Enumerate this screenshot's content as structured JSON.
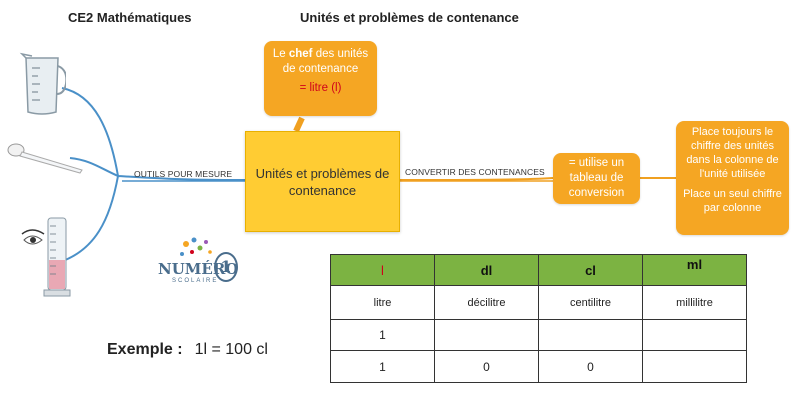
{
  "header": {
    "left_title": "CE2 Mathématiques",
    "center_title": "Unités et problèmes de contenance"
  },
  "mindmap": {
    "central_node": "Unités et problèmes de contenance",
    "top_bubble": {
      "line1_pre": "Le ",
      "line1_bold": "chef",
      "line1_post": " des unités de contenance",
      "line2": "= litre (l)"
    },
    "left_branch_label": "OUTILS POUR MESURE",
    "right_branch_label": "CONVERTIR DES CONTENANCES",
    "right_bubble": "= utilise un tableau de conversion",
    "far_right_bubble": {
      "para1": "Place toujours le chiffre des unités dans la colonne de l'unité utilisée",
      "para2": "Place un seul chiffre par colonne"
    }
  },
  "logo": {
    "word": "NUMÉRO",
    "digit": "1",
    "sub": "SCOLAIRE"
  },
  "example": {
    "label": "Exemple :",
    "expression": "1l = 100 cl"
  },
  "conversion_table": {
    "headers": [
      "l",
      "dl",
      "cl",
      "ml"
    ],
    "names": [
      "litre",
      "décilitre",
      "centilitre",
      "millilitre"
    ],
    "rows": [
      [
        "1",
        "",
        "",
        ""
      ],
      [
        "1",
        "0",
        "0",
        ""
      ]
    ]
  },
  "colors": {
    "bubble_orange": "#f5a623",
    "central_yellow": "#ffcc33",
    "table_header_green": "#7cb342",
    "connector_blue": "#4a90c8",
    "connector_orange": "#f0a020",
    "accent_red": "#d0021b"
  },
  "icons": [
    "measuring-jug-icon",
    "pipette-icon",
    "graduated-cylinder-icon",
    "numero1-logo"
  ]
}
